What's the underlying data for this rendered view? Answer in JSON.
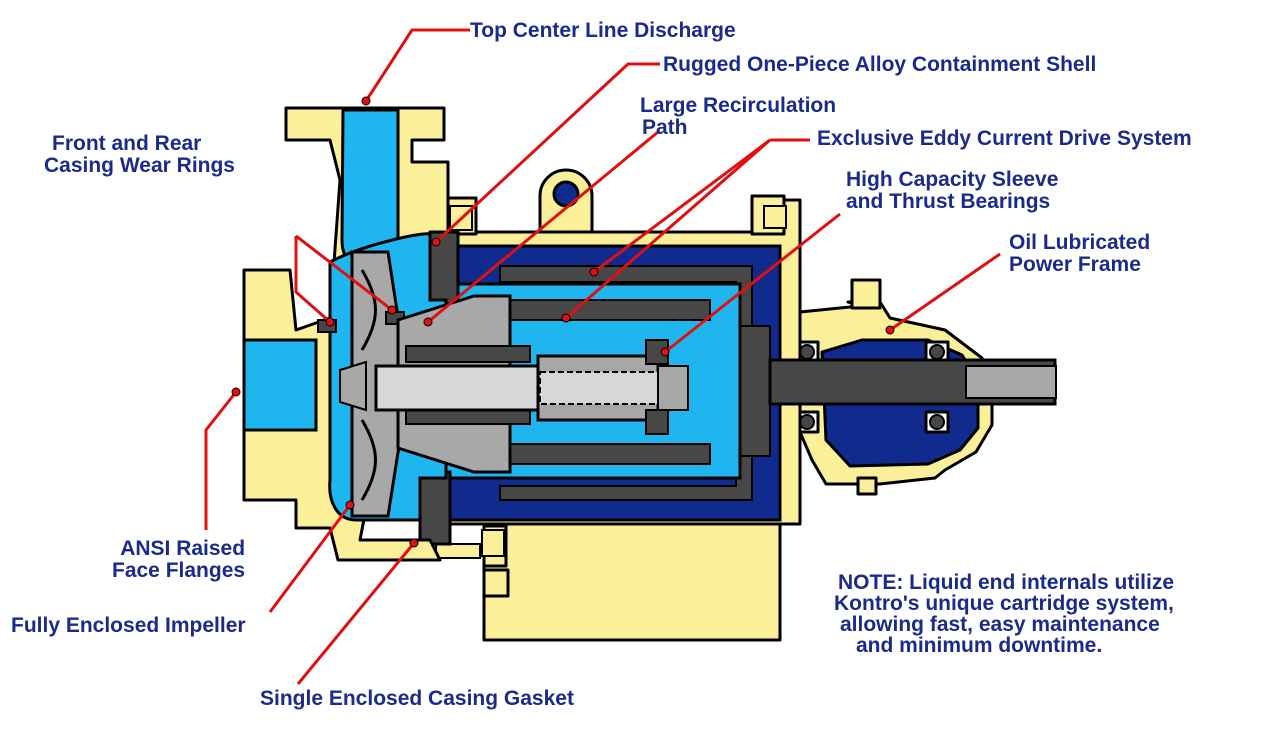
{
  "labels": {
    "top_center_line_discharge": "Top Center Line Discharge",
    "containment_shell": "Rugged One-Piece Alloy Containment Shell",
    "large_recirculation_line1": "Large Recirculation",
    "large_recirculation_line2": "Path",
    "wear_rings_line1": "Front and Rear",
    "wear_rings_line2": "Casing Wear Rings",
    "eddy_current": "Exclusive Eddy Current Drive System",
    "bearings_line1": "High Capacity Sleeve",
    "bearings_line2": "and Thrust Bearings",
    "power_frame_line1": "Oil Lubricated",
    "power_frame_line2": "Power Frame",
    "ansi_flanges_line1": "ANSI Raised",
    "ansi_flanges_line2": "Face Flanges",
    "impeller": "Fully Enclosed Impeller",
    "gasket": "Single Enclosed Casing Gasket"
  },
  "note": {
    "line1": "NOTE:  Liquid end internals utilize",
    "line2": "Kontro's unique cartridge system,",
    "line3": "allowing fast, easy maintenance",
    "line4": "and minimum downtime."
  },
  "colors": {
    "label_text": "#1a2b8c",
    "leader_line": "#e01010",
    "casing_yellow": "#fbef9a",
    "liquid_blue": "#1fb6f0",
    "magnet_navy": "#112a8e",
    "part_gray": "#a8a8a8",
    "dark_gray": "#474747",
    "outline": "#000000"
  }
}
